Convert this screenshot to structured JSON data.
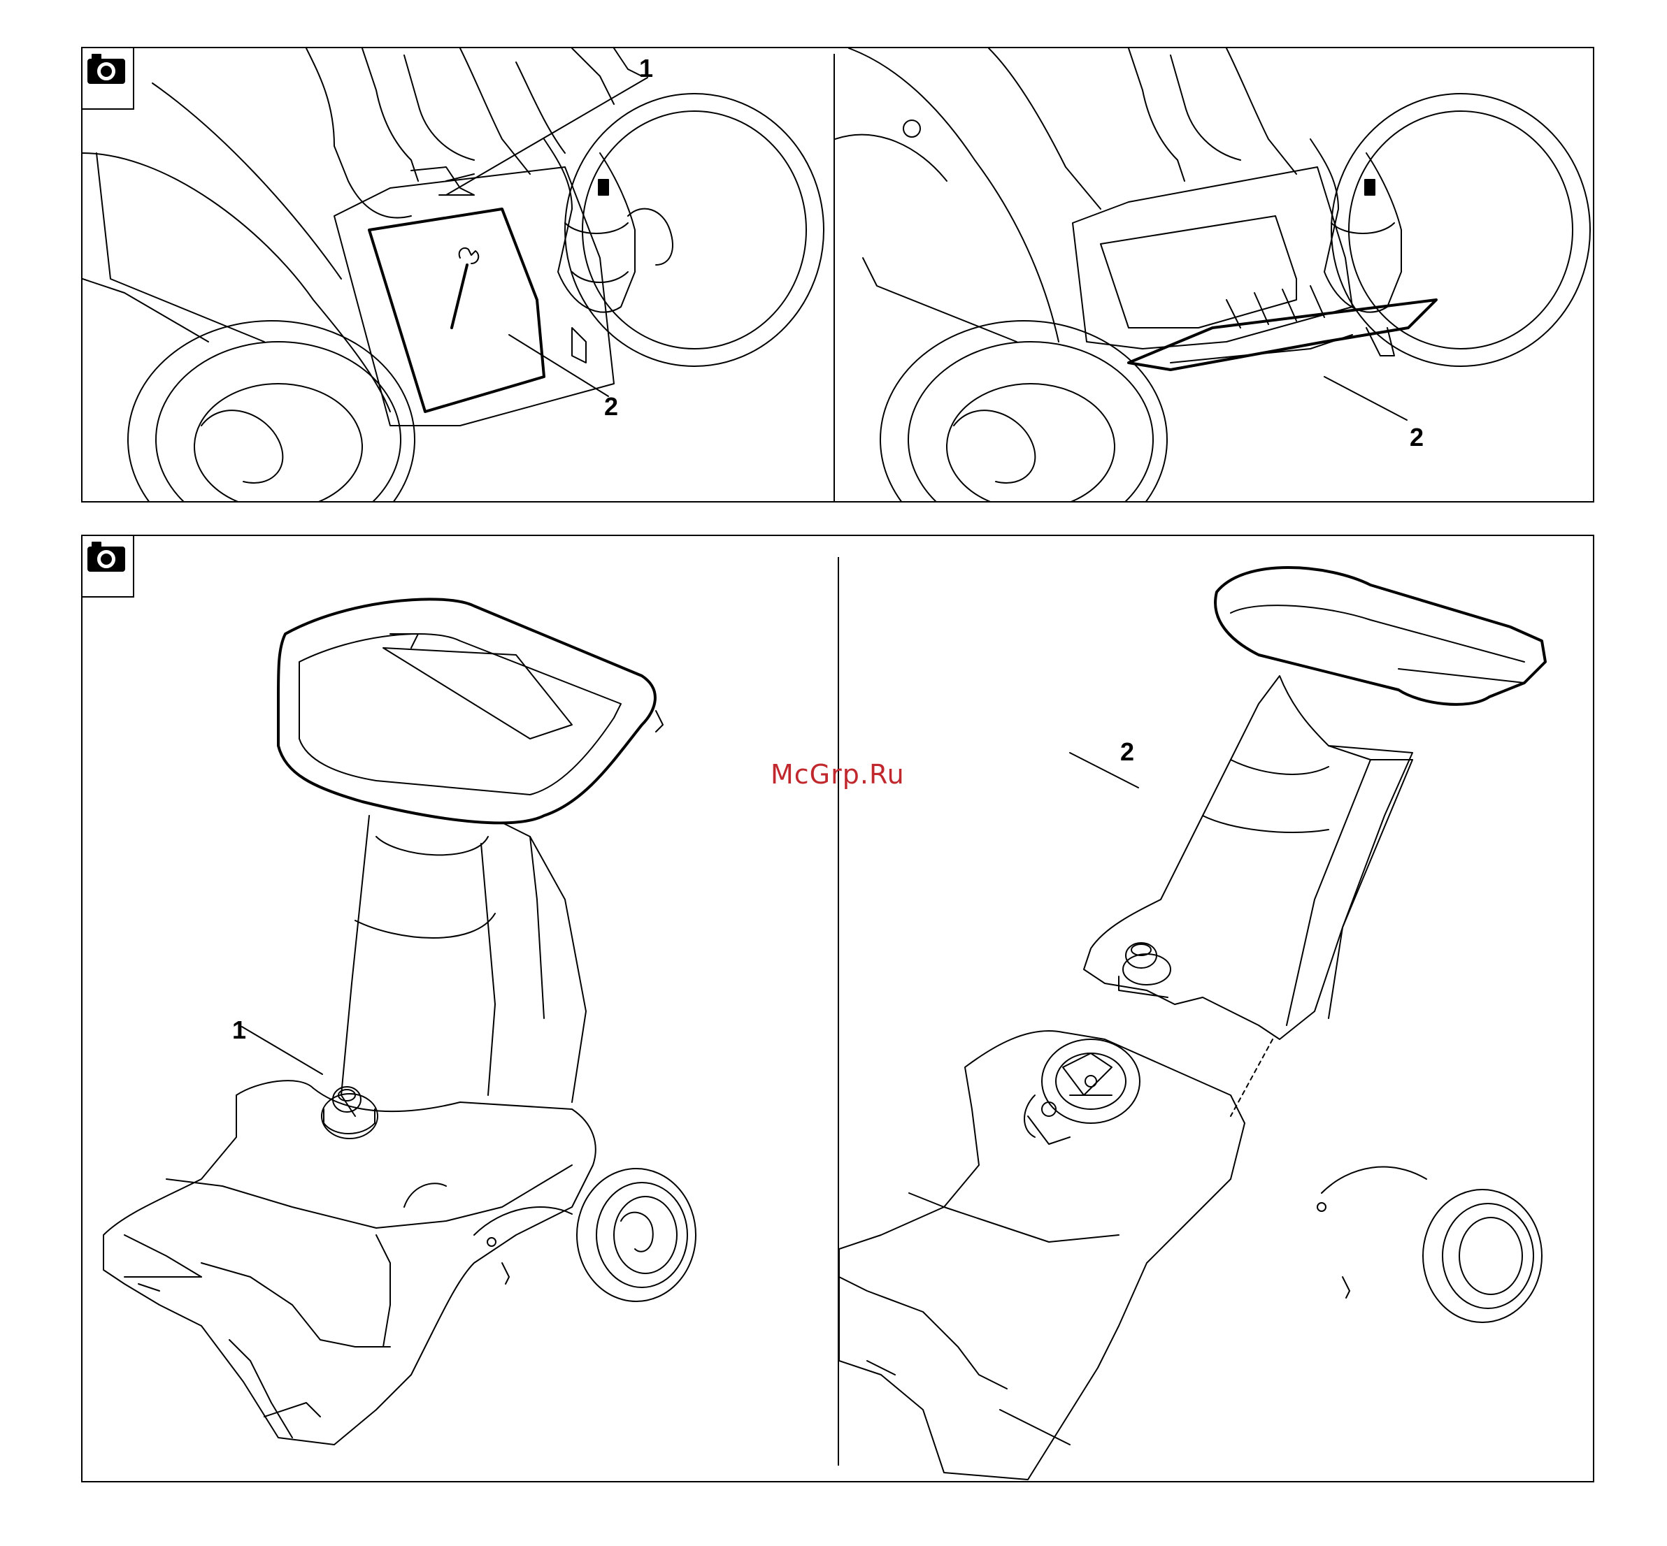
{
  "figure_top": {
    "left_panel": {
      "callouts": [
        "1",
        "2"
      ]
    },
    "right_panel": {
      "callouts": [
        "2"
      ]
    }
  },
  "figure_bottom": {
    "left_panel": {
      "callouts": [
        "1"
      ]
    },
    "right_panel": {
      "callouts": [
        "2"
      ]
    }
  },
  "watermark": "McGrp.Ru",
  "icons": [
    "camera-icon",
    "wrench-icon"
  ]
}
